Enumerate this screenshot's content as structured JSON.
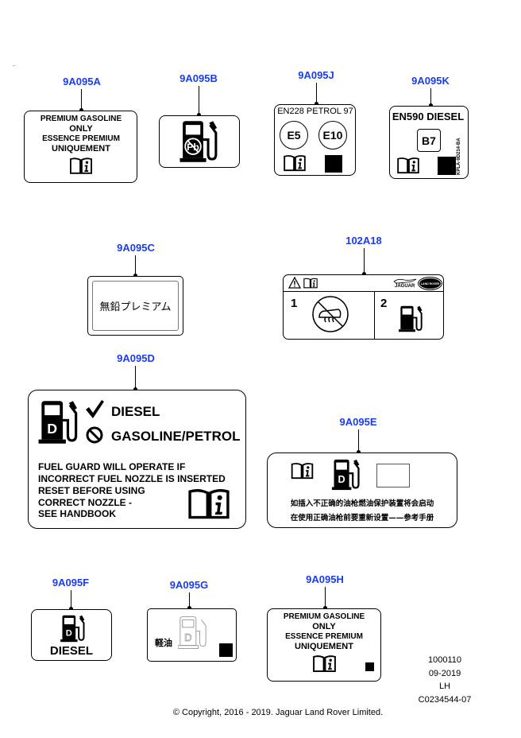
{
  "parts": {
    "a": {
      "code": "9A095A",
      "lines": [
        "PREMIUM  GASOLINE",
        "ONLY",
        "ESSENCE  PREMIUM",
        "UNIQUEMENT"
      ]
    },
    "b": {
      "code": "9A095B"
    },
    "j": {
      "code": "9A095J",
      "title": "EN228 PETROL 97",
      "badges": [
        "E5",
        "E10"
      ]
    },
    "k": {
      "code": "9A095K",
      "title": "EN590 DIESEL",
      "badge": "B7",
      "side_code": "KPLA-9D214-BA"
    },
    "c": {
      "code": "9A095C",
      "text": "無鉛プレミアム"
    },
    "l": {
      "code": "102A18",
      "step1": "1",
      "step2": "2",
      "brand": "JAGUAR",
      "badge": "LAND ROVER"
    },
    "d": {
      "code": "9A095D",
      "diesel": "DIESEL",
      "gasoline": "GASOLINE/PETROL",
      "pump_letter": "D",
      "lines": [
        "FUEL GUARD WILL OPERATE IF",
        "INCORRECT FUEL NOZZLE IS INSERTED",
        "RESET BEFORE USING",
        "CORRECT NOZZLE -",
        "SEE HANDBOOK"
      ]
    },
    "e": {
      "code": "9A095E",
      "pump_letter": "D",
      "lines": [
        "如插入不正确的油枪燃油保护装置将会启动",
        "在使用正确油枪前要重新设置——参考手册"
      ]
    },
    "f": {
      "code": "9A095F",
      "pump_letter": "D",
      "text": "DIESEL"
    },
    "g": {
      "code": "9A095G",
      "pump_letter": "D",
      "text": "軽油"
    },
    "h": {
      "code": "9A095H",
      "lines": [
        "PREMIUM  GASOLINE",
        "ONLY",
        "ESSENCE  PREMIUM",
        "UNIQUEMENT"
      ]
    }
  },
  "info": {
    "number": "1000110",
    "date": "09-2019",
    "side": "LH",
    "ref": "C0234544-07"
  },
  "copyright": "© Copyright, 2016 - 2019. Jaguar Land Rover Limited.",
  "colors": {
    "callout": "#1a3cf0"
  }
}
